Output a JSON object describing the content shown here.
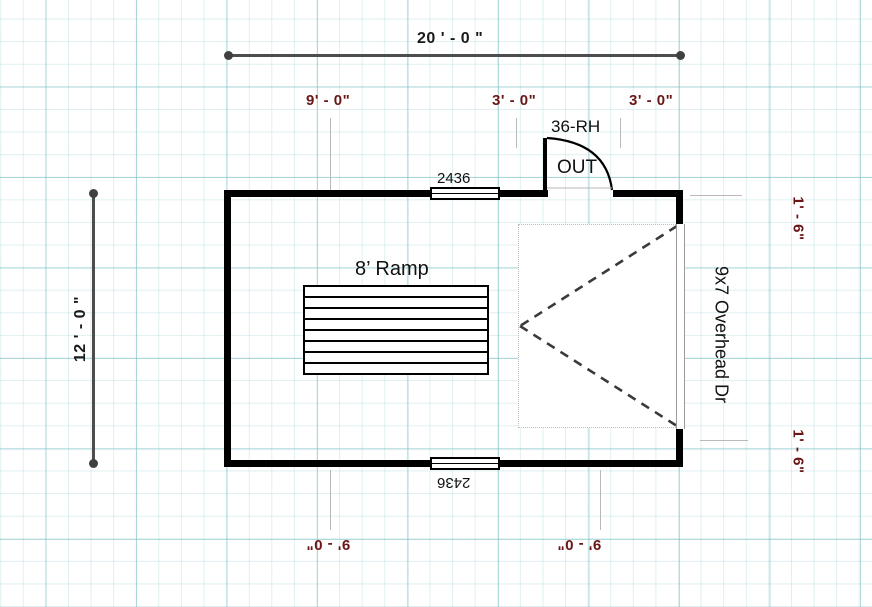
{
  "drawing": {
    "type": "floor-plan",
    "title_texts": {
      "ramp_label": "8’ Ramp",
      "overhead_door_label": "9x7 Overhead Dr",
      "entry_door_tag": "36-RH",
      "entry_door_swing": "OUT",
      "window_top_tag": "2436",
      "window_bottom_tag": "2436"
    },
    "dimensions": {
      "overall_width": "20 ' - 0 \"",
      "overall_height": "12 ' - 0 \"",
      "top_segments": [
        "9' - 0\"",
        "3' - 0\"",
        "3' - 0\""
      ],
      "bottom_segments": [
        "9' - 0\"",
        "9' - 0\""
      ],
      "right_segments": [
        "1' - 6\"",
        "1' - 6\""
      ]
    },
    "colors": {
      "dimension_text": "#6b1616",
      "wall": "#000000",
      "grid_major": "#78bec3",
      "grid_minor": "#96cdd2",
      "annotation_text": "#111111",
      "dim_line": "#4d4d4d",
      "witness_line": "#b9b9b9",
      "overhead_outline": "#bdbdbd"
    }
  }
}
